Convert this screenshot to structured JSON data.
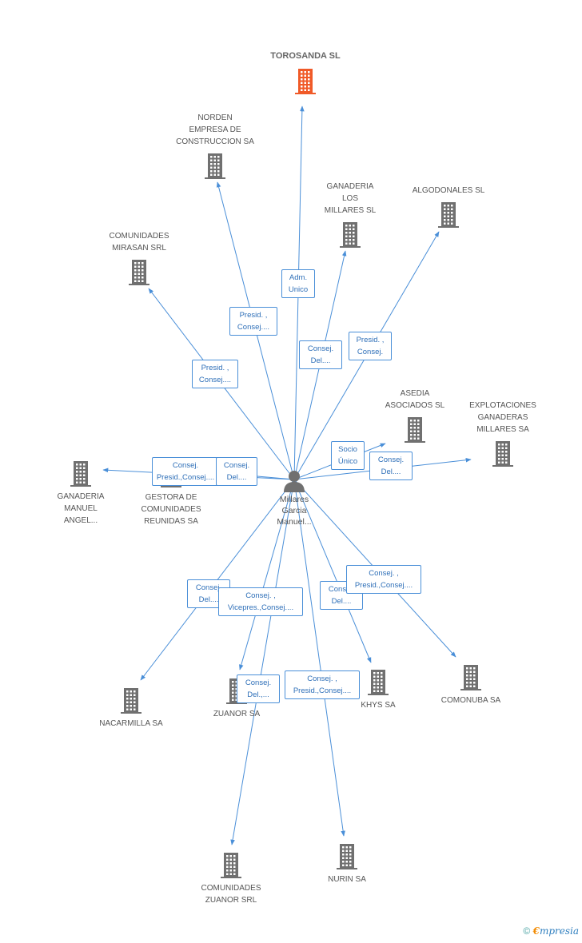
{
  "center": {
    "label": "Millares\nGarcia\nManuel..."
  },
  "nodes": [
    {
      "id": "torosanda",
      "label": "TOROSANDA SL",
      "color": "#f05a28"
    },
    {
      "id": "norden",
      "label": "NORDEN\nEMPRESA DE\nCONSTRUCCION SA",
      "color": "#707070"
    },
    {
      "id": "ganaderia_los_millares",
      "label": "GANADERIA\nLOS\nMILLARES SL",
      "color": "#707070"
    },
    {
      "id": "algodonales",
      "label": "ALGODONALES SL",
      "color": "#707070"
    },
    {
      "id": "comunidades_mirasan",
      "label": "COMUNIDADES\nMIRASAN SRL",
      "color": "#707070"
    },
    {
      "id": "asedia",
      "label": "ASEDIA\nASOCIADOS SL",
      "color": "#707070"
    },
    {
      "id": "explotaciones",
      "label": "EXPLOTACIONES\nGANADERAS\nMILLARES SA",
      "color": "#707070"
    },
    {
      "id": "ganaderia_manuel",
      "label": "GANADERIA\nMANUEL\nANGEL...",
      "color": "#707070"
    },
    {
      "id": "gestora",
      "label": "GESTORA DE\nCOMUNIDADES\nREUNIDAS SA",
      "color": "#707070"
    },
    {
      "id": "nacarmilla",
      "label": "NACARMILLA SA",
      "color": "#707070"
    },
    {
      "id": "zuanor",
      "label": "ZUANOR SA",
      "color": "#707070"
    },
    {
      "id": "khys",
      "label": "KHYS SA",
      "color": "#707070"
    },
    {
      "id": "comonuba",
      "label": "COMONUBA SA",
      "color": "#707070"
    },
    {
      "id": "comunidades_zuanor",
      "label": "COMUNIDADES\nZUANOR SRL",
      "color": "#707070"
    },
    {
      "id": "nurin",
      "label": "NURIN SA",
      "color": "#707070"
    }
  ],
  "edges": [
    {
      "target": "torosanda",
      "label": "Adm.\nUnico"
    },
    {
      "target": "norden",
      "label": "Presid. ,\nConsej...."
    },
    {
      "target": "ganaderia_los_millares",
      "label": "Consej.\nDel...."
    },
    {
      "target": "algodonales",
      "label": "Presid. ,\nConsej."
    },
    {
      "target": "comunidades_mirasan",
      "label": "Presid. ,\nConsej...."
    },
    {
      "target": "asedia",
      "label": "Socio\nÚnico"
    },
    {
      "target": "explotaciones",
      "label": "Consej.\nDel...."
    },
    {
      "target": "ganaderia_manuel",
      "label": "Consej.\nPresid.,Consej...."
    },
    {
      "target": "gestora",
      "label": "Consej.\nDel...."
    },
    {
      "target": "nacarmilla",
      "label": "Consej.\nDel...."
    },
    {
      "target": "zuanor",
      "label": "Consej. ,\nVicepres.,Consej...."
    },
    {
      "target": "khys",
      "label": "Consej.\nDel...."
    },
    {
      "target": "comonuba",
      "label": "Consej. ,\nPresid.,Consej...."
    },
    {
      "target": "comunidades_zuanor",
      "label": "Consej.\nDel.,..."
    },
    {
      "target": "nurin",
      "label": "Consej. ,\nPresid.,Consej...."
    }
  ],
  "footer": {
    "symbol": "©",
    "brand_first": "€",
    "brand_rest": "mpresia"
  },
  "colors": {
    "edge": "#4a8fd8",
    "building": "#707070",
    "highlight": "#f05a28",
    "person": "#707070"
  }
}
